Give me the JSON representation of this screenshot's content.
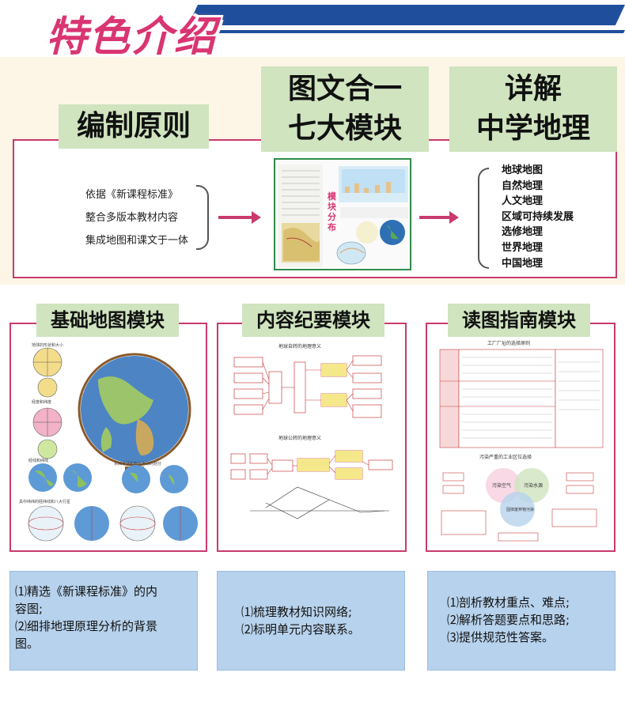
{
  "header": {
    "title": "特色介绍"
  },
  "top": {
    "principle_label": "编制原则",
    "middle_label": [
      "图文合一",
      "七大模块"
    ],
    "right_label": [
      "详解",
      "中学地理"
    ],
    "principles": [
      "依据《新课程标准》",
      "整合多版本教材内容",
      "集成地图和课文于一体"
    ],
    "thumbnail_caption": [
      "模",
      "块",
      "分",
      "布"
    ],
    "modules": [
      "地球地图",
      "自然地理",
      "人文地理",
      "区域可持续发展",
      "选修地理",
      "世界地理",
      "中国地理"
    ]
  },
  "panels": [
    {
      "label": "基础地图模块",
      "captions": [
        "地球的形状和大小",
        "经度和纬度",
        "经线和纬线",
        "东西半球和南北半球的划分",
        "具中纬纬的经纬线和八大行星"
      ],
      "desc": [
        "⑴精选《新课程标准》的内",
        "容图;",
        "⑵细排地理原理分析的背景",
        "图。"
      ]
    },
    {
      "label": "内容纪要模块",
      "title1": "地球自转的地理意义",
      "title2": "地球公转的地理意义",
      "desc": [
        "⑴梳理教材知识网络;",
        "⑵标明单元内容联系。"
      ]
    },
    {
      "label": "读图指南模块",
      "title": "工厂厂址的选择原则",
      "title2": "污染严重的工业区位选择",
      "circles": [
        "污染空气",
        "污染水源",
        "固体废弃物污染"
      ],
      "desc": [
        "⑴剖析教材重点、难点;",
        "⑵解析答题要点和思路;",
        "⑶提供规范性答案。"
      ]
    }
  ],
  "colors": {
    "accent": "#c93a6f",
    "label_green": "#cfe4bf",
    "desc_blue": "#b7d2ec",
    "header_blue": "#1f4f9c"
  }
}
